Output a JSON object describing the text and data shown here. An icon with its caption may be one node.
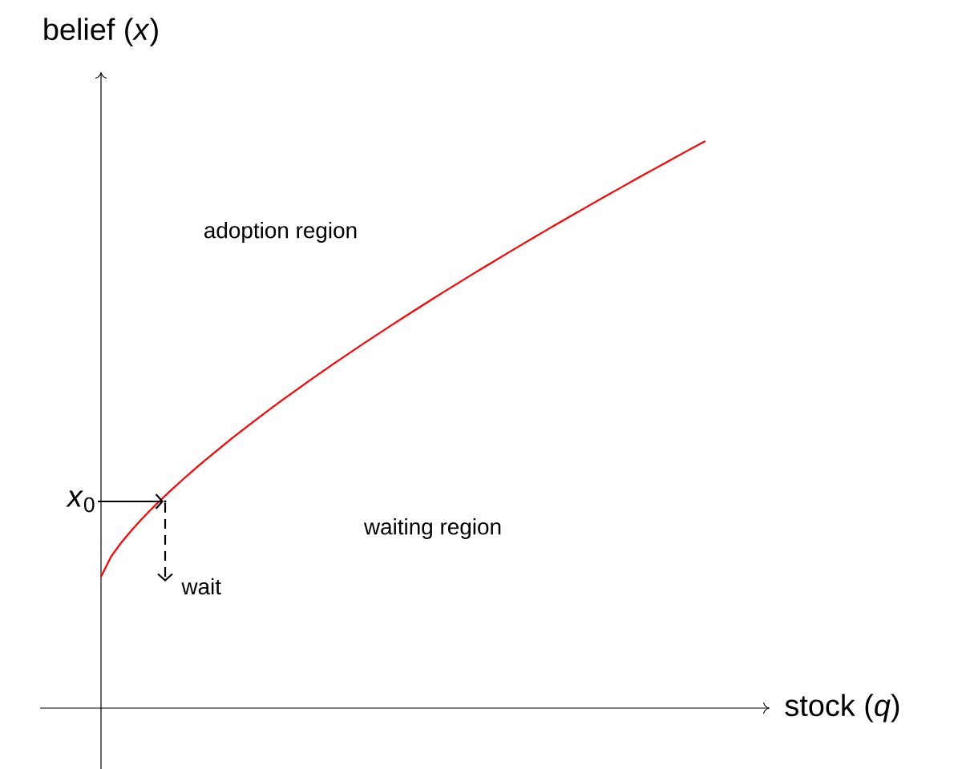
{
  "diagram": {
    "nodes": [
      {
        "text": [
          "*x*$_{0}$"
        ]
      },
      {
        "text": [],
        "shape": "point"
      }
    ],
    "edges": [
      {
        "from": 0,
        "to": 1,
        "arrow": "to"
      },
      {
        "from": 1,
        "to": null,
        "arrow": "to",
        "style": "dashed",
        "label": "wait"
      }
    ],
    "labels": [
      "belief (*x*)",
      "adoption region",
      "waiting region",
      "stock (*q*)"
    ]
  }
}
